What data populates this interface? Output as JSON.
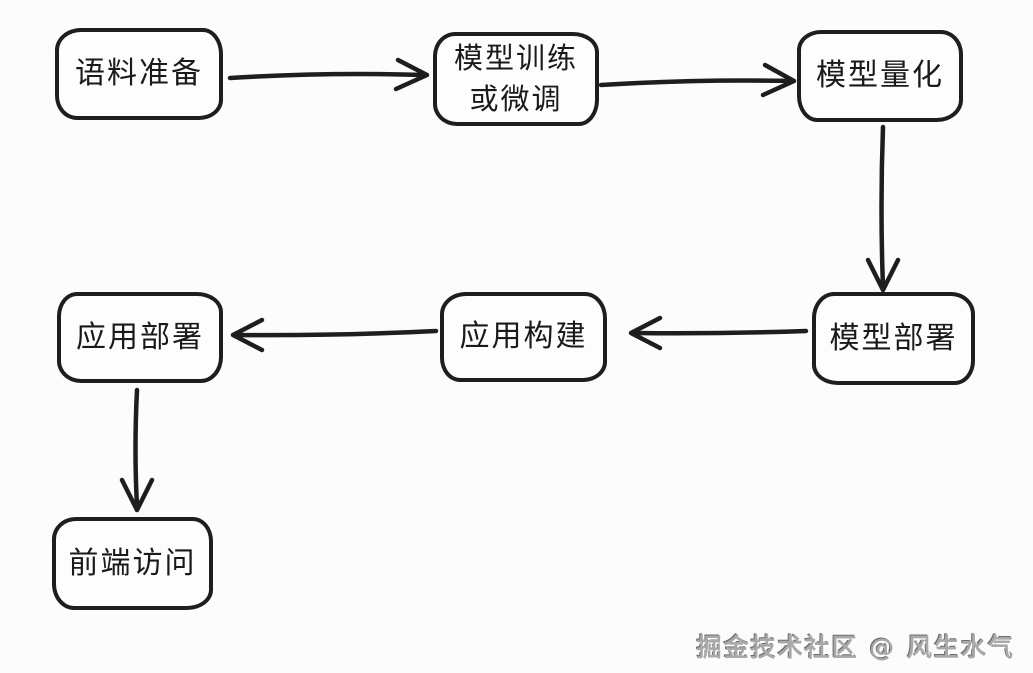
{
  "canvas": {
    "background": "#fcfcfc",
    "stroke_color": "#1e1e1e",
    "text_color": "#1a1a1a"
  },
  "diagram": {
    "type": "flowchart",
    "style": "hand-drawn",
    "nodes": [
      {
        "id": "corpus-preparation",
        "label": "语料准备"
      },
      {
        "id": "model-training-or-finetune",
        "label": "模型训练\n或微调"
      },
      {
        "id": "model-quantization",
        "label": "模型量化"
      },
      {
        "id": "model-deployment",
        "label": "模型部署"
      },
      {
        "id": "app-build",
        "label": "应用构建"
      },
      {
        "id": "app-deployment",
        "label": "应用部署"
      },
      {
        "id": "frontend-access",
        "label": "前端访问"
      }
    ],
    "edges": [
      {
        "from": "语料准备",
        "to": "模型训练或微调",
        "direction": "right"
      },
      {
        "from": "模型训练或微调",
        "to": "模型量化",
        "direction": "right"
      },
      {
        "from": "模型量化",
        "to": "模型部署",
        "direction": "down"
      },
      {
        "from": "模型部署",
        "to": "应用构建",
        "direction": "left"
      },
      {
        "from": "应用构建",
        "to": "应用部署",
        "direction": "left"
      },
      {
        "from": "应用部署",
        "to": "前端访问",
        "direction": "down"
      }
    ]
  },
  "watermark": {
    "text": "掘金技术社区 @ 风生水气",
    "color": "#a9a9a9"
  }
}
